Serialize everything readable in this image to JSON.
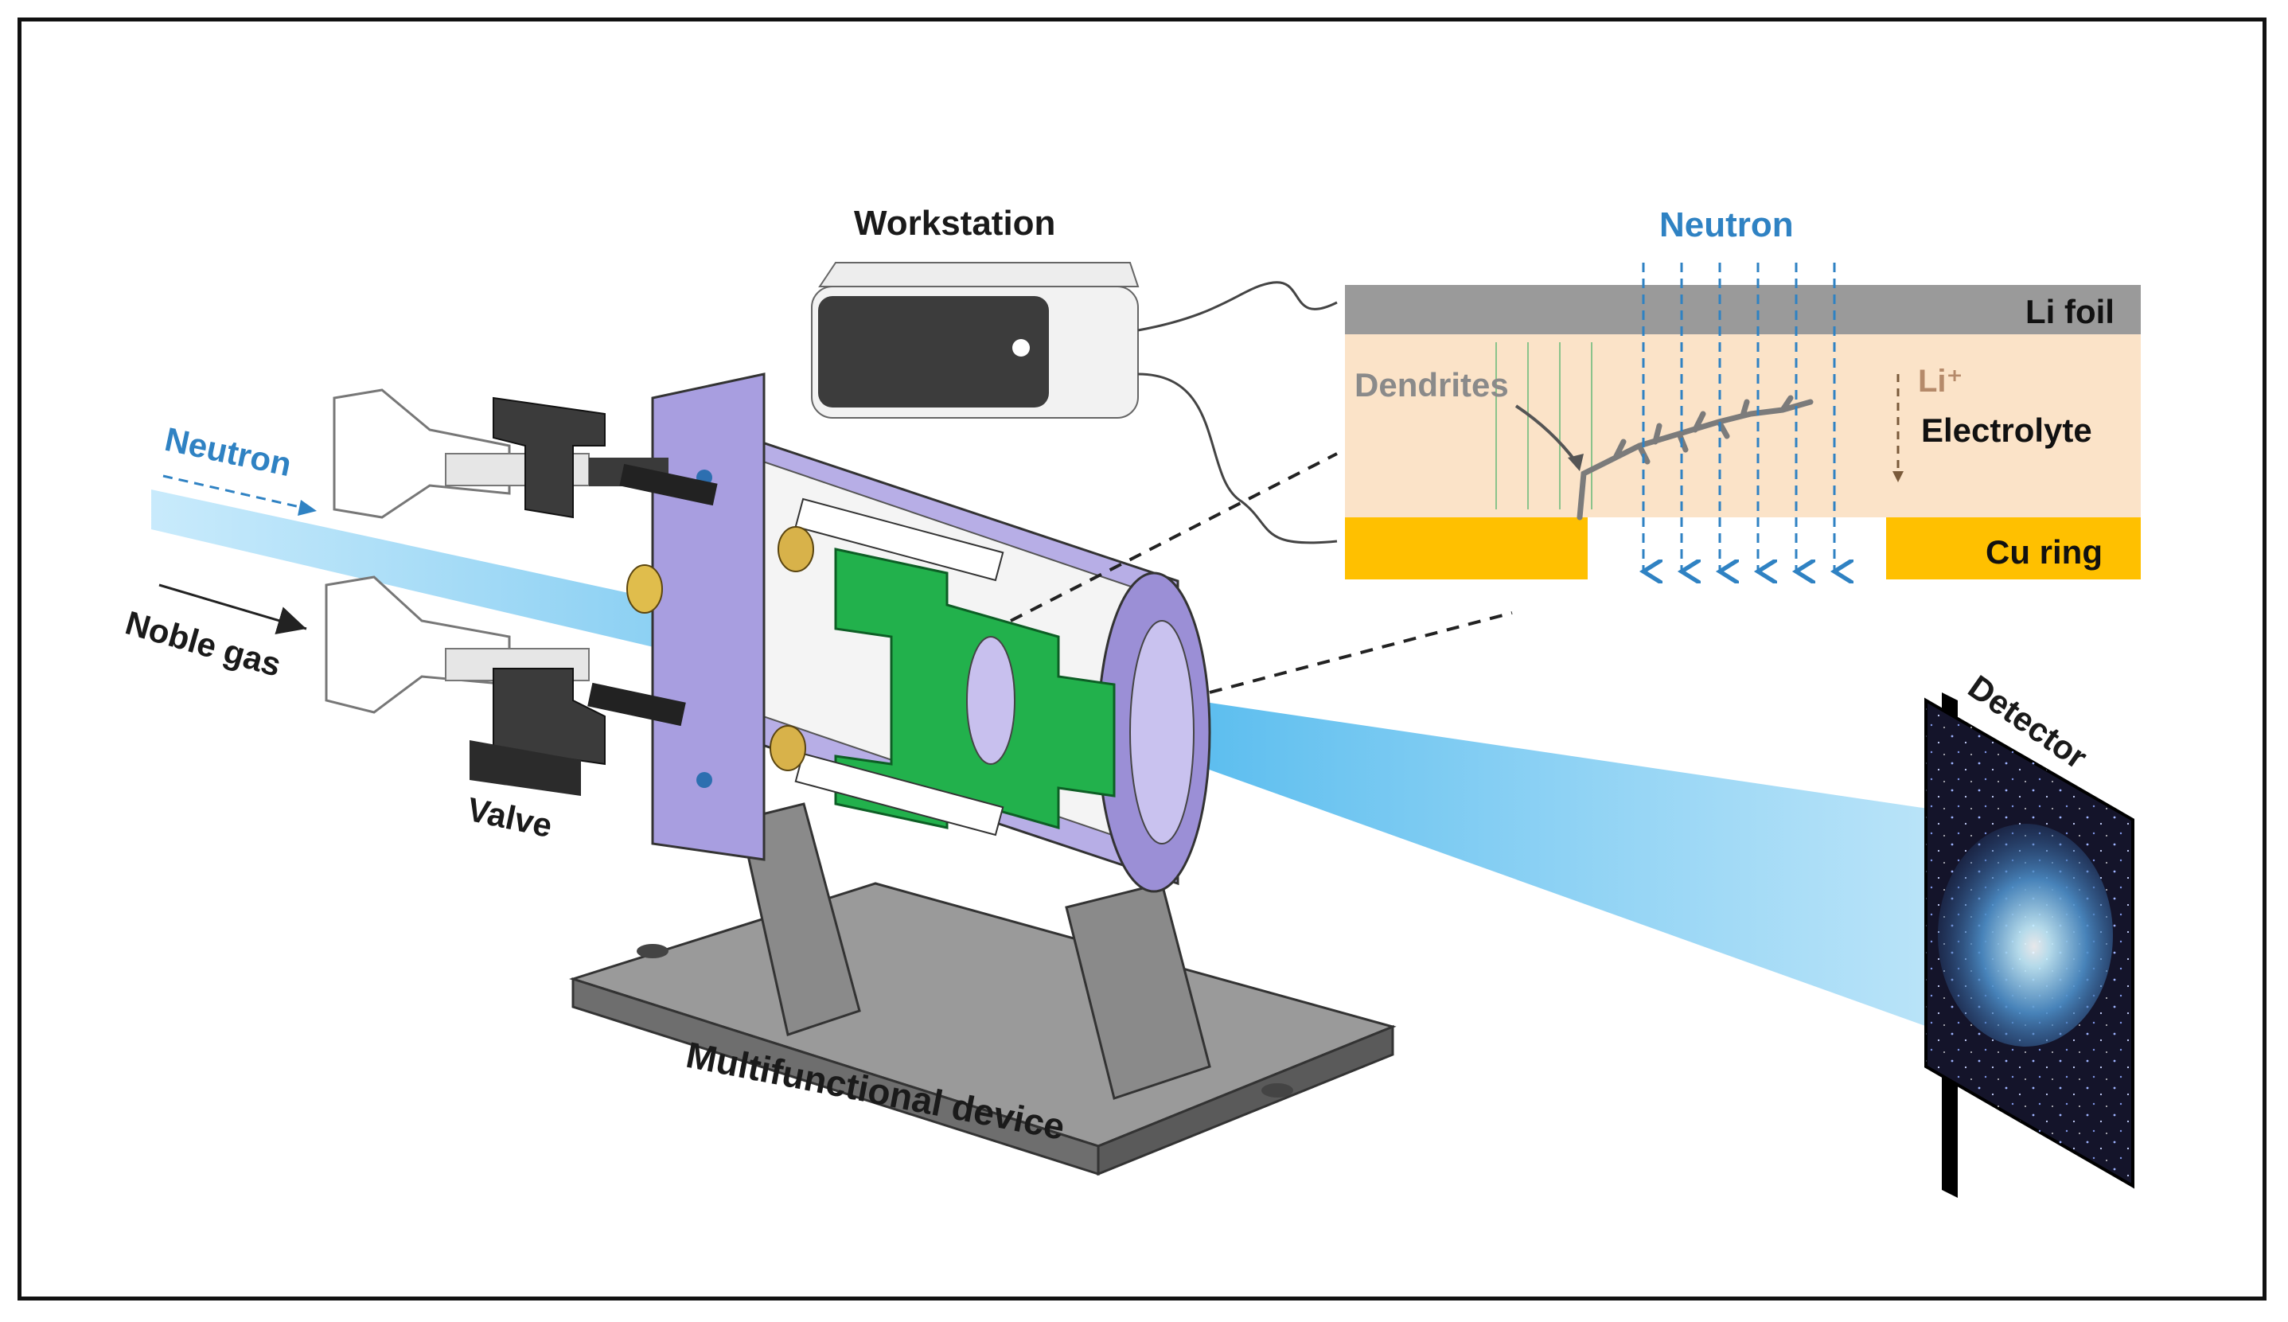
{
  "labels": {
    "workstation": "Workstation",
    "neutron_top": "Neutron",
    "neutron_left": "Neutron",
    "noble_gas": "Noble gas",
    "valve": "Valve",
    "multifunctional_device": "Multifunctional device",
    "detector": "Detector",
    "li_foil": "Li foil",
    "dendrites": "Dendrites",
    "li_ion": "Li⁺",
    "electrolyte": "Electrolyte",
    "cu_ring": "Cu ring"
  },
  "colors": {
    "neutron_text": "#2f82c3",
    "li_foil": "#9a9a9a",
    "electrolyte": "#fbe3c8",
    "cu_ring": "#ffc000",
    "device_housing": "#9b8fd6",
    "device_interior": "#22b14c",
    "beam": "#8fd3f4",
    "base": "#8c8c8c",
    "detector": "#14142a"
  }
}
